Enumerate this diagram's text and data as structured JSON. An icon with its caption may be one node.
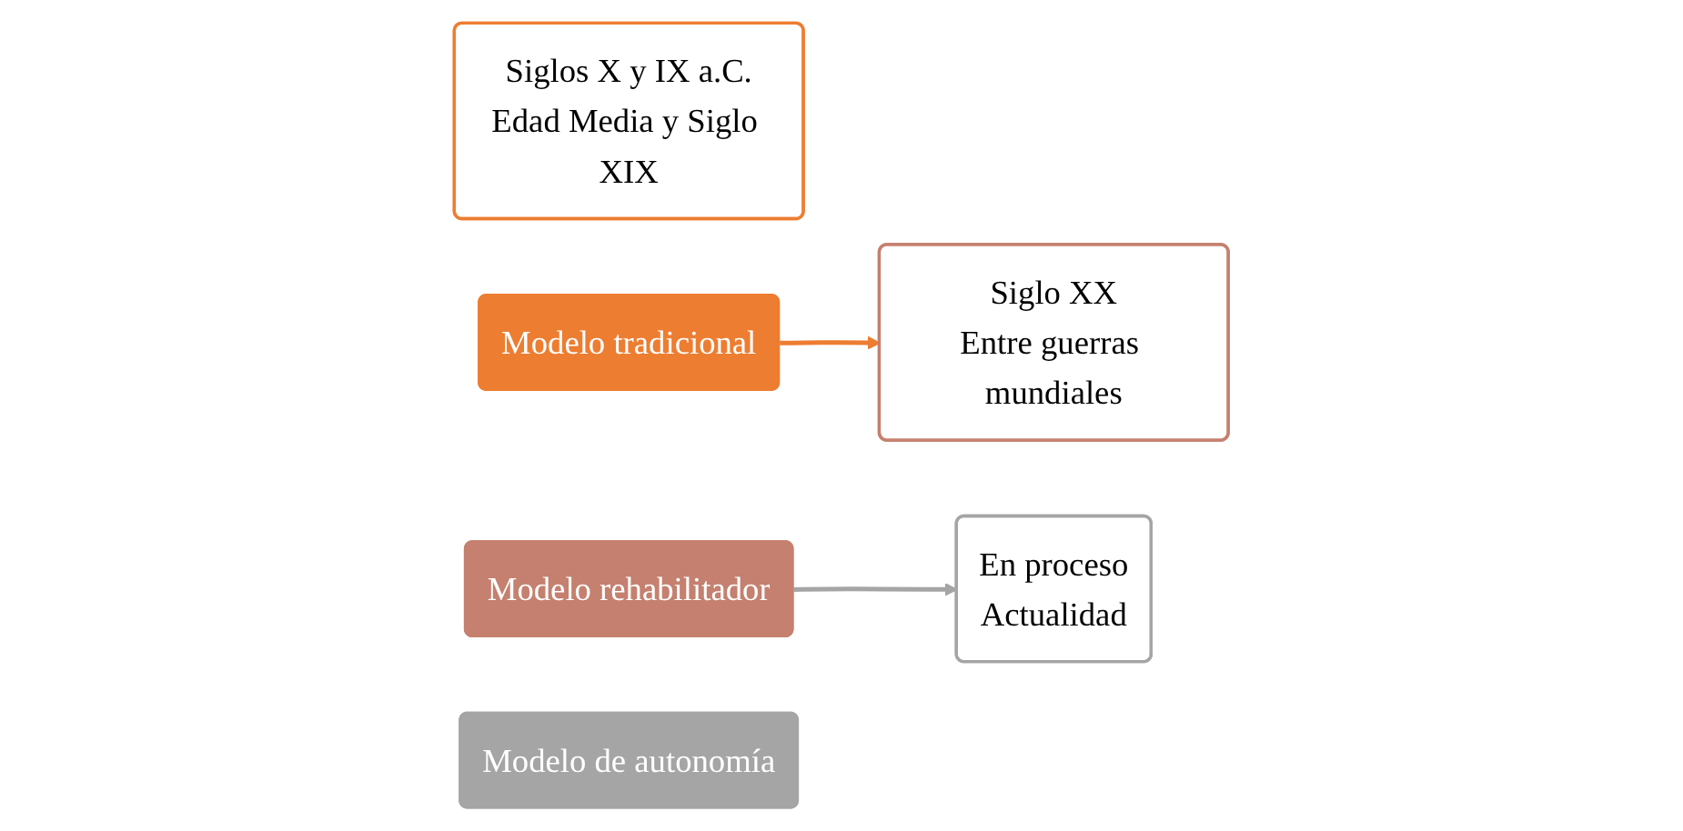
{
  "diagram": {
    "nodes": [
      {
        "text": [
          "Siglos X y IX a.C.",
          "Edad Media y Siglo XIX"
        ]
      },
      {
        "text": [
          "Modelo tradicional"
        ]
      },
      {
        "text": [
          "Siglo XX",
          "Entre guerras mundiales"
        ]
      },
      {
        "text": [
          "Modelo rehabilitador"
        ]
      },
      {
        "text": [
          "En proceso",
          "Actualidad"
        ]
      },
      {
        "text": [
          "Modelo de autonomía"
        ]
      }
    ],
    "edges": [
      {
        "from": 1,
        "to": 2,
        "arrow": "to",
        "color": "#ed7d31"
      },
      {
        "from": 3,
        "to": 4,
        "arrow": "to",
        "color": "#a5a5a5"
      }
    ]
  }
}
